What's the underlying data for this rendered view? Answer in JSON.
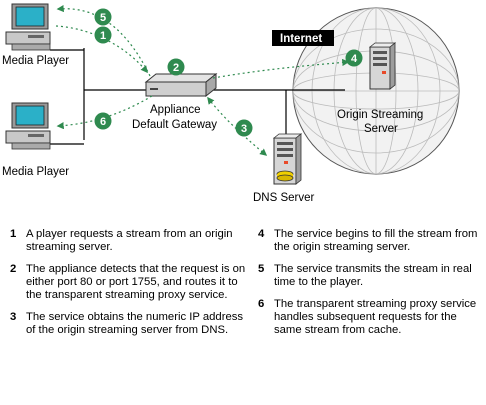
{
  "labels": {
    "internet": "Internet",
    "media_player_top": "Media Player",
    "media_player_bottom": "Media Player",
    "appliance_line1": "Appliance",
    "appliance_line2": "Default Gateway",
    "origin_line1": "Origin Streaming",
    "origin_line2": "Server",
    "dns_server": "DNS Server"
  },
  "badges": {
    "b1": "1",
    "b2": "2",
    "b3": "3",
    "b4": "4",
    "b5": "5",
    "b6": "6"
  },
  "colors": {
    "badge": "#2f8a4f",
    "arrow": "#2f8a4f",
    "globe_fill": "#f2f2f2",
    "internet_tag": "#000000"
  },
  "steps_left": [
    {
      "num": "1",
      "text": "A player requests a stream from an origin streaming server."
    },
    {
      "num": "2",
      "text": "The appliance detects that the request is on either port 80 or port 1755, and routes it to the transparent streaming proxy service."
    },
    {
      "num": "3",
      "text": "The service obtains the numeric IP address of the origin streaming server from DNS."
    }
  ],
  "steps_right": [
    {
      "num": "4",
      "text": "The service begins to fill the stream from the origin streaming server."
    },
    {
      "num": "5",
      "text": "The service transmits the stream in real time to the player."
    },
    {
      "num": "6",
      "text": "The transparent streaming proxy service handles subsequent requests for the same stream from cache."
    }
  ]
}
